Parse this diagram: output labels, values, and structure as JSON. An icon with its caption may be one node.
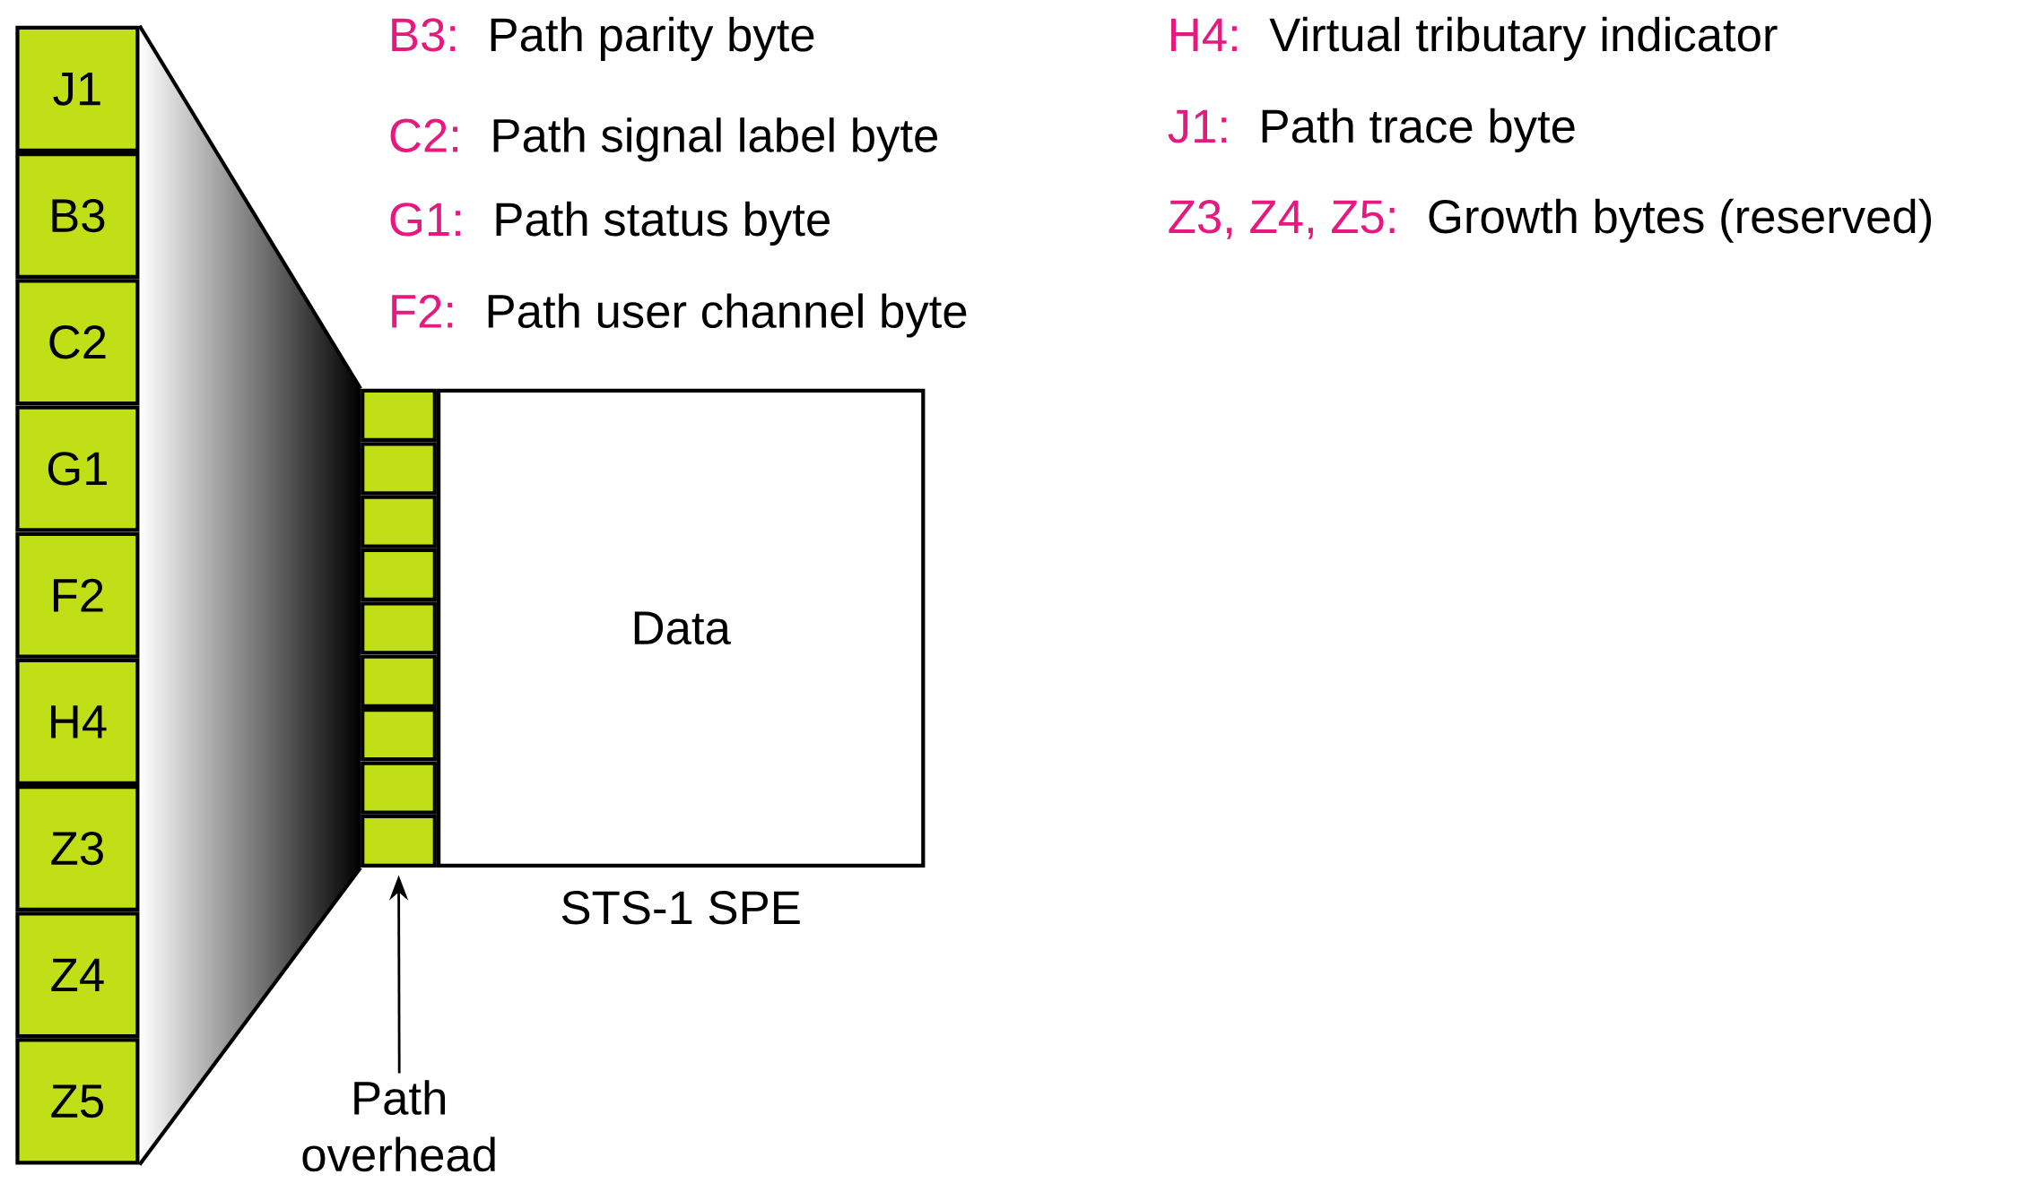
{
  "diagram": {
    "nodes": [
      {
        "text": [
          "J1"
        ]
      },
      {
        "text": [
          "B3"
        ]
      },
      {
        "text": [
          "C2"
        ]
      },
      {
        "text": [
          "G1"
        ]
      },
      {
        "text": [
          "F2"
        ]
      },
      {
        "text": [
          "H4"
        ]
      },
      {
        "text": [
          "Z3"
        ]
      },
      {
        "text": [
          "Z4"
        ]
      },
      {
        "text": [
          "Z5"
        ]
      },
      {
        "text": [],
        "shape": "box"
      },
      {
        "text": [],
        "shape": "box"
      },
      {
        "text": [],
        "shape": "box"
      },
      {
        "text": [],
        "shape": "box"
      },
      {
        "text": [],
        "shape": "box"
      },
      {
        "text": [],
        "shape": "box"
      },
      {
        "text": [],
        "shape": "box"
      },
      {
        "text": [],
        "shape": "box"
      },
      {
        "text": [],
        "shape": "box"
      },
      {
        "text": [
          "Data"
        ]
      },
      {
        "text": [
          "Path overhead"
        ]
      }
    ],
    "edges": [
      {
        "from": 19,
        "to": 17,
        "arrow": "to"
      }
    ],
    "labels": [
      "B3:",
      "Path parity byte",
      "H4:",
      "Virtual tributary indicator",
      "C2:",
      "Path signal label byte",
      "J1:",
      "Path trace byte",
      "G1:",
      "Path status byte",
      "Z3, Z4, Z5:",
      "Growth bytes (reserved)",
      "F2:",
      "Path user channel byte",
      "STS-1 SPE"
    ]
  }
}
